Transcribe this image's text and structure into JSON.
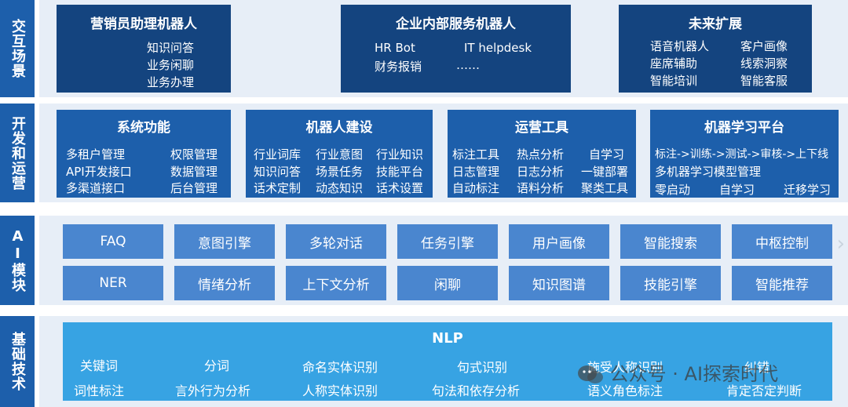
{
  "colors": {
    "dark_box": "#14447f",
    "mid_box": "#1d5fab",
    "ai_btn": "#4a86cf",
    "nlp_box": "#37a3e3",
    "band_bg": "#e7eef7"
  },
  "bands": {
    "interaction": "交互场景",
    "dev_ops": "开发和运营",
    "ai": "AI模块",
    "foundation": "基础技术"
  },
  "interaction": [
    {
      "title": "营销员助理机器人",
      "items": [
        "知识问答",
        "业务闲聊",
        "业务办理"
      ]
    },
    {
      "title": "企业内部服务机器人",
      "items": [
        "HR Bot",
        "IT helpdesk",
        "财务报销",
        "……"
      ]
    },
    {
      "title": "未来扩展",
      "items": [
        "语音机器人",
        "客户画像",
        "座席辅助",
        "线索洞察",
        "智能培训",
        "智能客服"
      ]
    }
  ],
  "devops": [
    {
      "title": "系统功能",
      "items": [
        "多租户管理",
        "权限管理",
        "API开发接口",
        "数据管理",
        "多渠道接口",
        "后台管理"
      ]
    },
    {
      "title": "机器人建设",
      "items": [
        "行业词库",
        "行业意图",
        "行业知识",
        "知识问答",
        "场景任务",
        "技能平台",
        "话术定制",
        "动态知识",
        "话术设置"
      ]
    },
    {
      "title": "运营工具",
      "items": [
        "标注工具",
        "热点分析",
        "自学习",
        "日志管理",
        "日志分析",
        "一键部署",
        "自动标注",
        "语料分析",
        "聚类工具"
      ]
    },
    {
      "title": "机器学习平台",
      "items": [
        "标注->训练->测试->审核->上下线",
        "多机器学习模型管理",
        "零启动",
        "自学习",
        "迁移学习"
      ]
    }
  ],
  "ai_modules": [
    [
      "FAQ",
      "意图引擎",
      "多轮对话",
      "任务引擎",
      "用户画像",
      "智能搜索",
      "中枢控制"
    ],
    [
      "NER",
      "情绪分析",
      "上下文分析",
      "闲聊",
      "知识图谱",
      "技能引擎",
      "智能推荐"
    ]
  ],
  "foundation": {
    "title": "NLP",
    "row1": [
      "关键词",
      "分词",
      "命名实体识别",
      "句式识别",
      "施受人称识别",
      "纠错"
    ],
    "row2": [
      "词性标注",
      "言外行为分析",
      "人称实体识别",
      "句法和依存分析",
      "语义角色标注",
      "肯定否定判断"
    ]
  },
  "watermark": "公众号 · AI探索时代"
}
